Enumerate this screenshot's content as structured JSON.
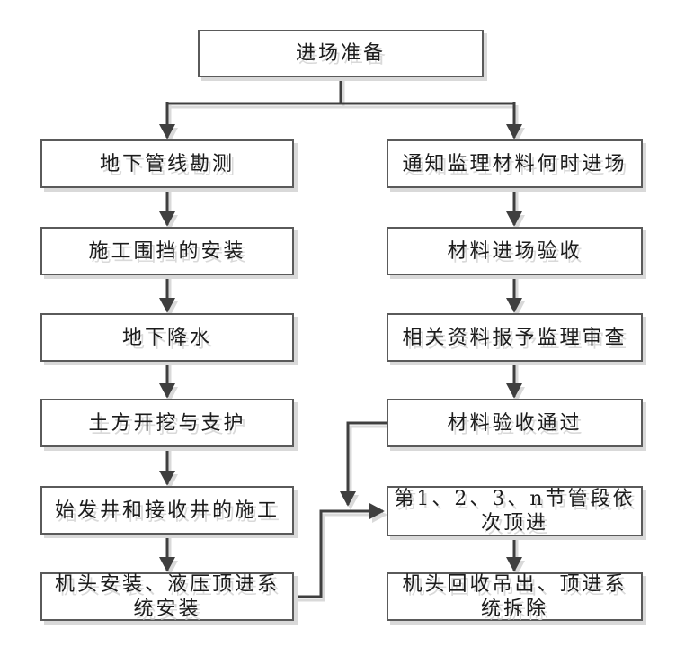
{
  "diagram": {
    "title_node": {
      "label": "进场准备"
    },
    "left_column": [
      {
        "label": "地下管线勘测"
      },
      {
        "label": "施工围挡的安装"
      },
      {
        "label": "地下降水"
      },
      {
        "label": "土方开挖与支护"
      },
      {
        "label": "始发井和接收井的施工"
      },
      {
        "label": "机头安装、液压顶进系\n统安装"
      }
    ],
    "right_column": [
      {
        "label": "通知监理材料何时进场"
      },
      {
        "label": "材料进场验收"
      },
      {
        "label": "相关资料报予监理审查"
      },
      {
        "label": "材料验收通过"
      },
      {
        "label": "第1、2、3、n节管段依\n次顶进"
      },
      {
        "label": "机头回收吊出、顶进系\n统拆除"
      }
    ],
    "colors": {
      "line": "#3f3f3f",
      "border": "#5a5a5a",
      "text": "#1c1c1c",
      "shadow": "#d9d9d9",
      "fill": "#ffffff",
      "bg": "#ffffff"
    }
  }
}
